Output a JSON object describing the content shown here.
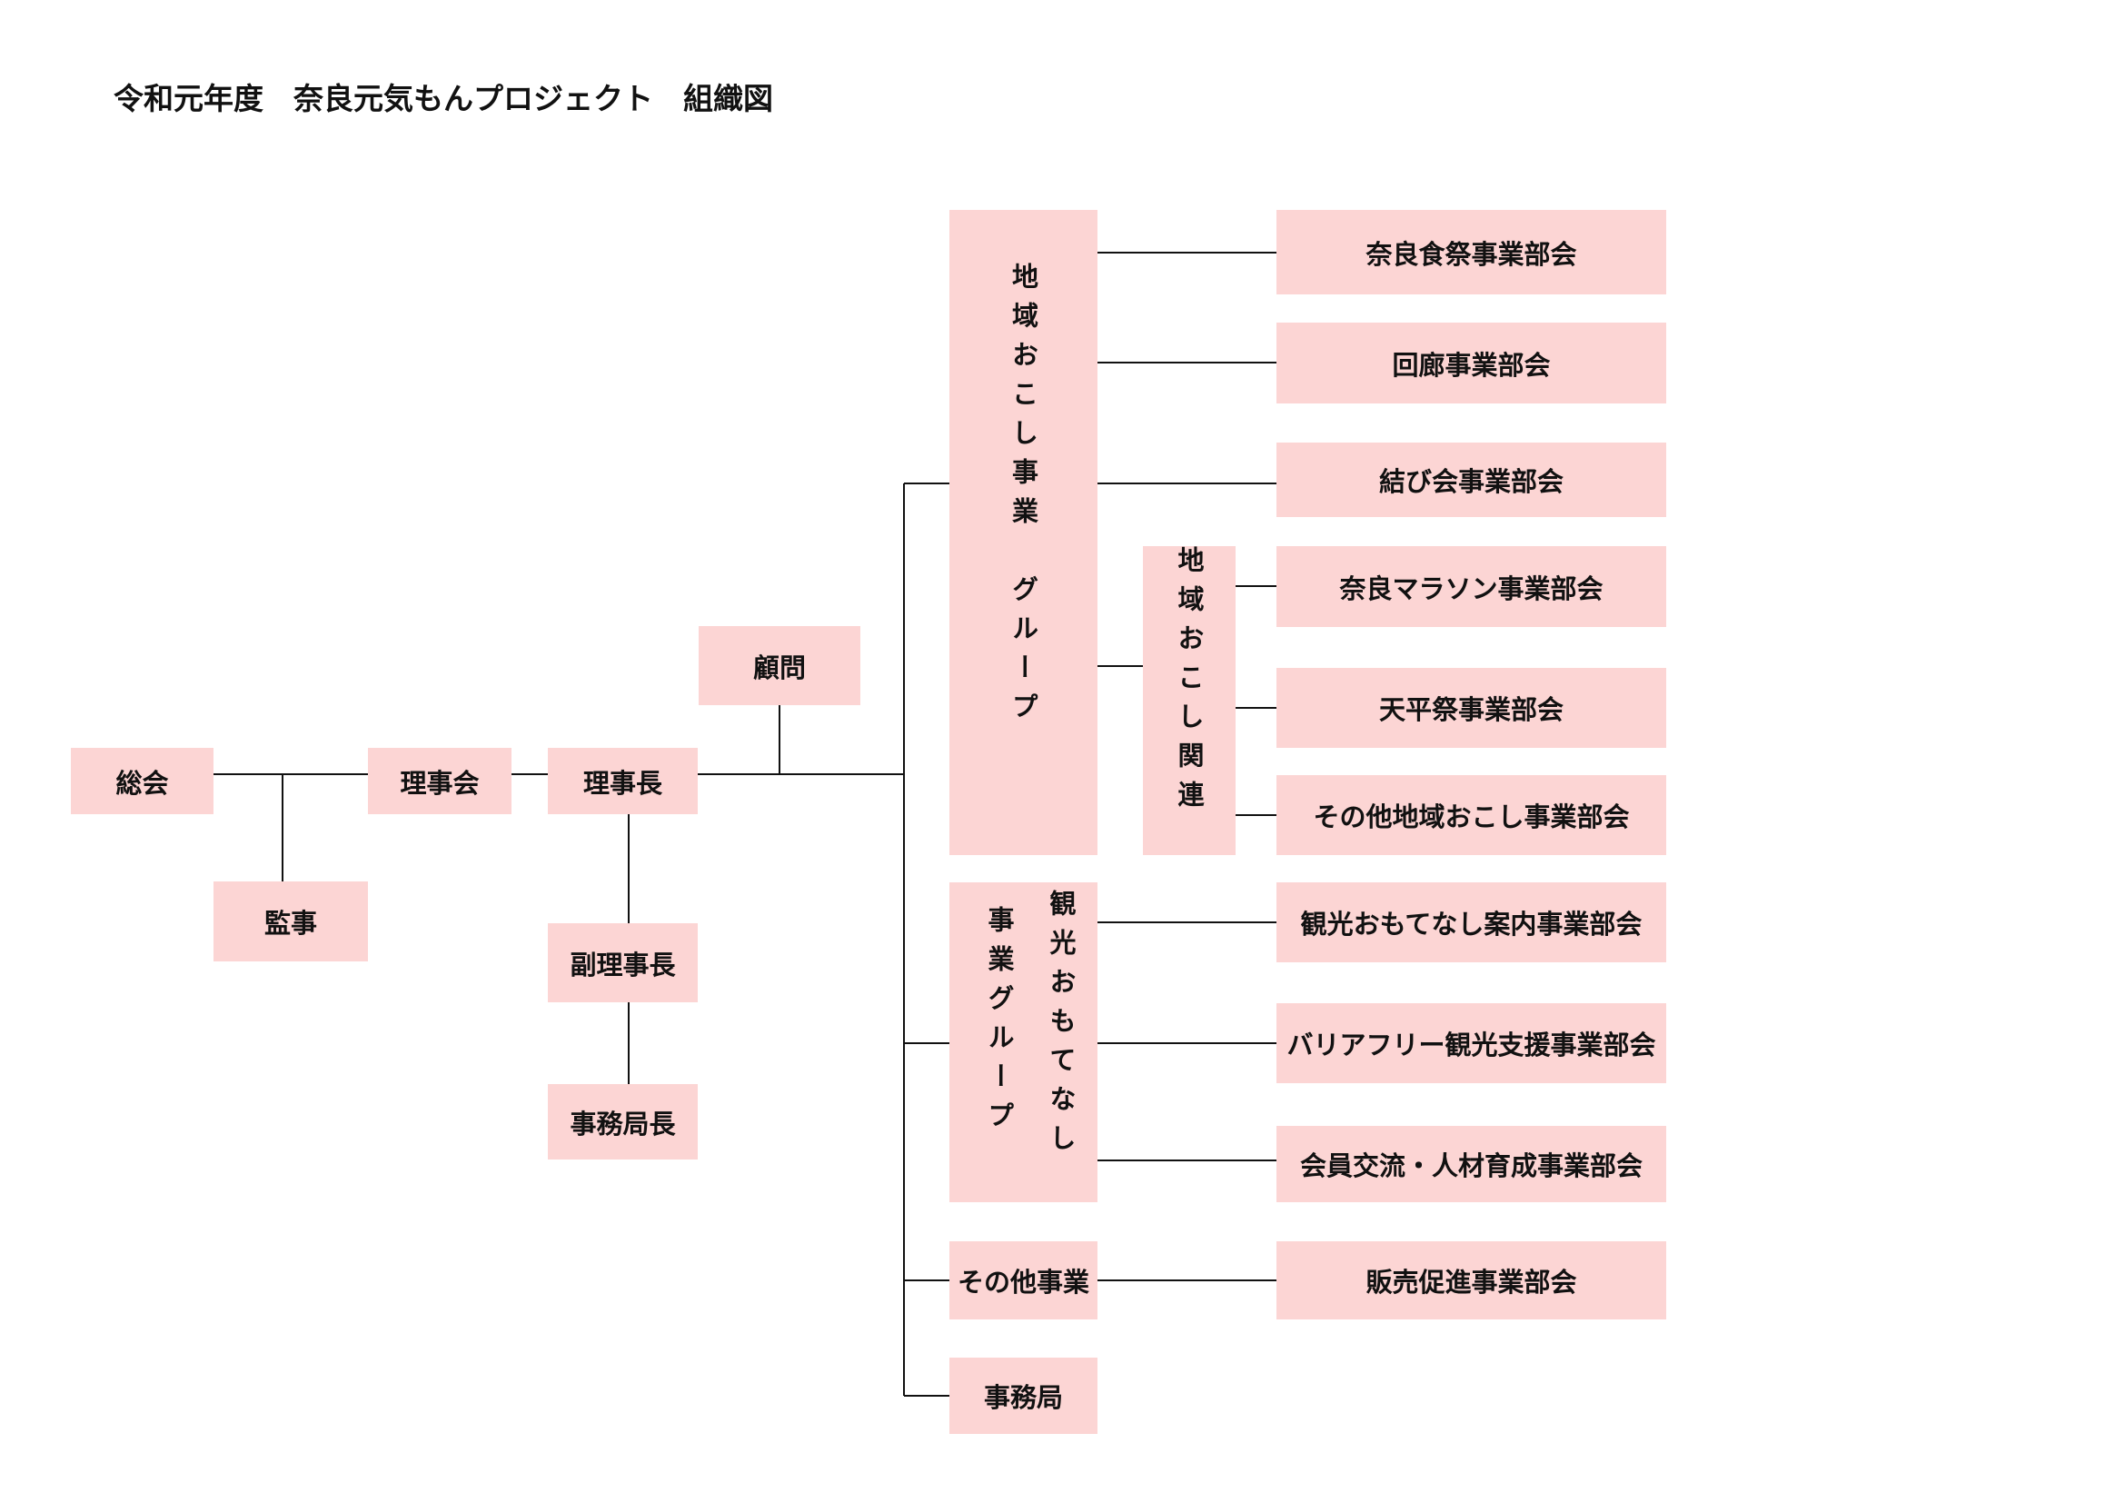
{
  "title": "令和元年度　奈良元気もんプロジェクト　組織図",
  "nodes": {
    "soukai": "総会",
    "kanji": "監事",
    "rijikai": "理事会",
    "rijichou": "理事長",
    "fukurijichou": "副理事長",
    "jimukyokuchou": "事務局長",
    "komon": "顧問",
    "group_chiiki": "地域おこし事業　グループ",
    "chiiki_kanren": "地域おこし関連",
    "group_kankou_col1": "観光おもてなし",
    "group_kankou_col2": "事業グループ",
    "sonota_jigyou": "その他事業",
    "jimukyoku": "事務局",
    "bukai_shokusai": "奈良食祭事業部会",
    "bukai_kairou": "回廊事業部会",
    "bukai_musubi": "結び会事業部会",
    "bukai_marathon": "奈良マラソン事業部会",
    "bukai_tenpyou": "天平祭事業部会",
    "bukai_sonota_chiiki": "その他地域おこし事業部会",
    "bukai_annai": "観光おもてなし案内事業部会",
    "bukai_barrierfree": "バリアフリー観光支援事業部会",
    "bukai_jinzai": "会員交流・人材育成事業部会",
    "bukai_hanbai": "販売促進事業部会"
  }
}
